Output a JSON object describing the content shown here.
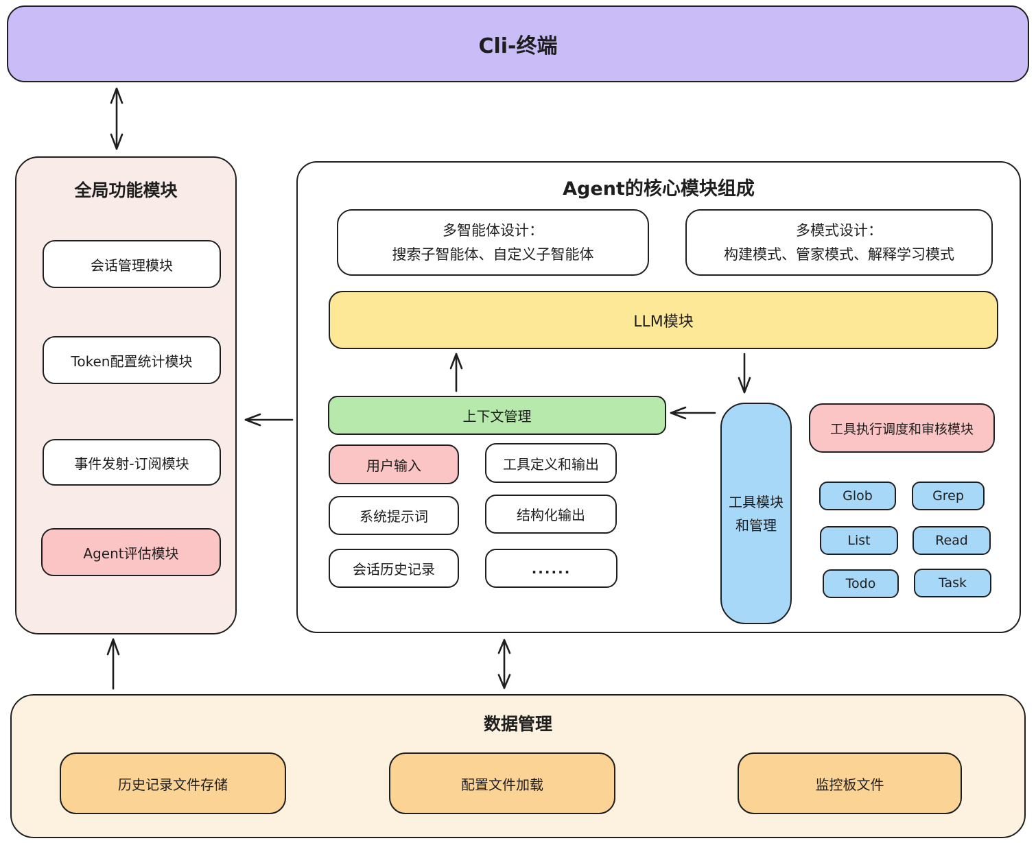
{
  "cli": {
    "label": "Cli-终端"
  },
  "global": {
    "title": "全局功能模块",
    "items": [
      {
        "label": "会话管理模块"
      },
      {
        "label": "Token配置统计模块"
      },
      {
        "label": "事件发射-订阅模块"
      },
      {
        "label": "Agent评估模块"
      }
    ]
  },
  "core": {
    "title": "Agent的核心模块组成",
    "multi_agent": {
      "line1": "多智能体设计：",
      "line2": "搜索子智能体、自定义子智能体"
    },
    "multi_mode": {
      "line1": "多模式设计：",
      "line2": "构建模式、管家模式、解释学习模式"
    },
    "llm": {
      "label": "LLM模块"
    },
    "context": {
      "label": "上下文管理"
    },
    "context_items": [
      {
        "label": "用户输入"
      },
      {
        "label": "工具定义和输出"
      },
      {
        "label": "系统提示词"
      },
      {
        "label": "结构化输出"
      },
      {
        "label": "会话历史记录"
      },
      {
        "label": "......"
      }
    ],
    "tool_module": {
      "line1": "工具模块",
      "line2": "和管理"
    },
    "tool_scheduler": {
      "label": "工具执行调度和审核模块"
    },
    "tools": [
      {
        "label": "Glob"
      },
      {
        "label": "Grep"
      },
      {
        "label": "List"
      },
      {
        "label": "Read"
      },
      {
        "label": "Todo"
      },
      {
        "label": "Task"
      }
    ]
  },
  "data_mgmt": {
    "title": "数据管理",
    "items": [
      {
        "label": "历史记录文件存储"
      },
      {
        "label": "配置文件加载"
      },
      {
        "label": "监控板文件"
      }
    ]
  },
  "colors": {
    "ink": "#1e1e1e",
    "purple": "#cabdf7",
    "pink": "#fbc5c5",
    "yellow": "#fce897",
    "green": "#b7e9ac",
    "blue": "#a8d8f8",
    "orange": "#fad395",
    "rose_panel": "#f9ece8",
    "cream_panel": "#fdf1e0",
    "white": "#ffffff"
  }
}
